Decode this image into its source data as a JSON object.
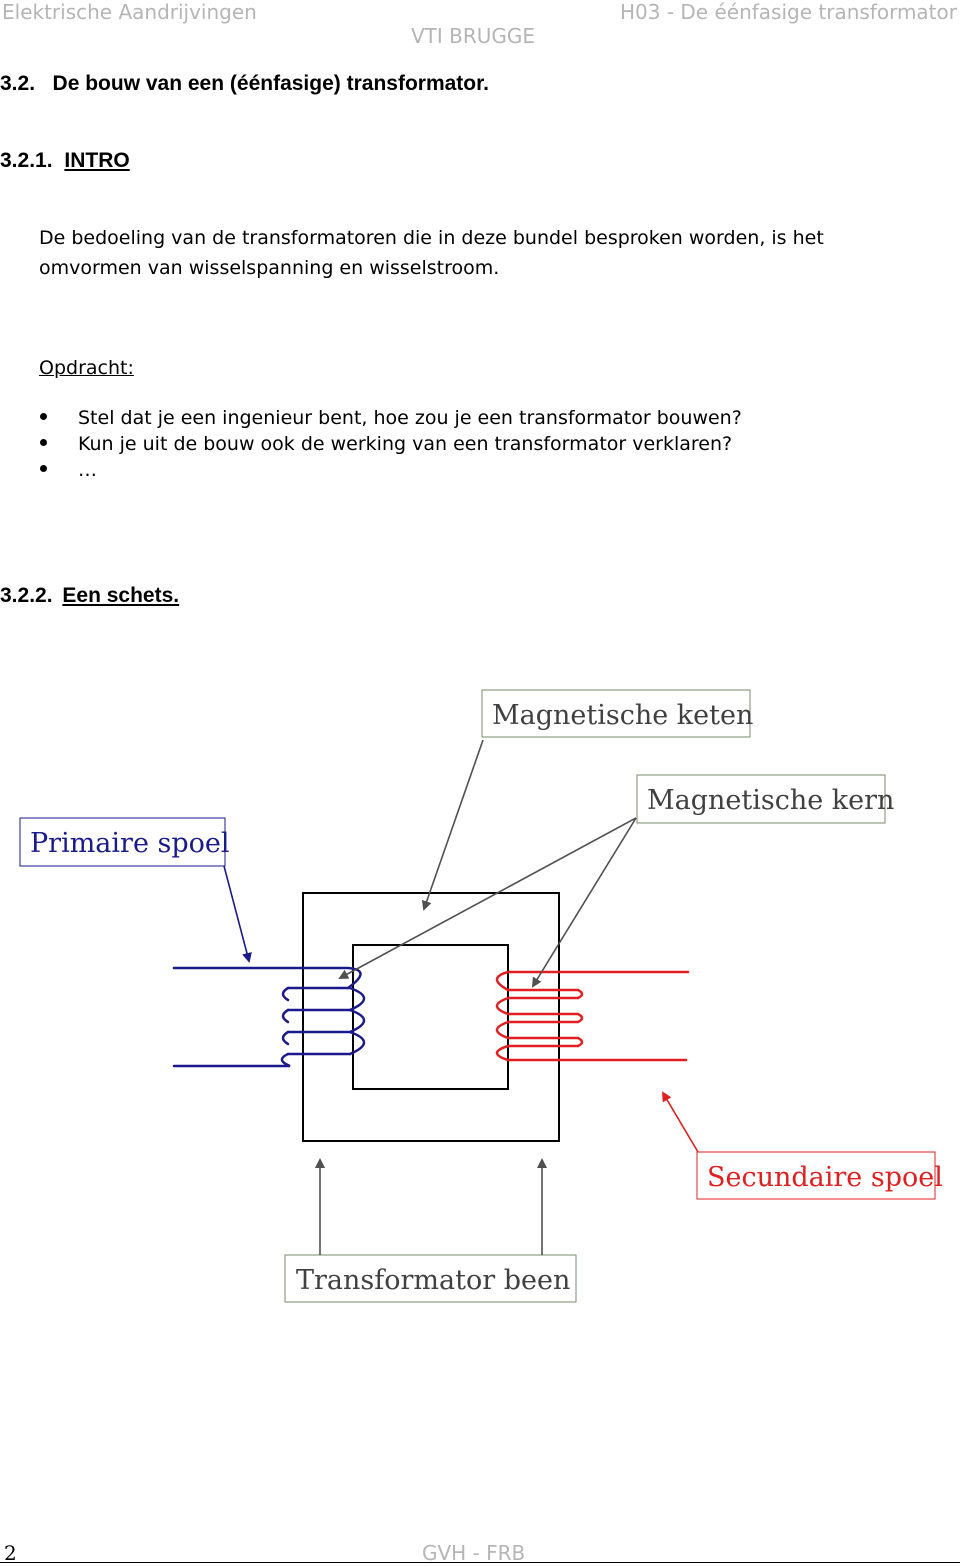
{
  "header": {
    "left": "Elektrische Aandrijvingen",
    "right": "H03 - De éénfasige transformator",
    "center": "VTI BRUGGE"
  },
  "section_title": "3.2.   De bouw van een (éénfasige) transformator.",
  "intro": {
    "number": "3.2.1.",
    "title": "INTRO",
    "paragraph_line1": "De bedoeling van de transformatoren die in deze bundel besproken worden, is het",
    "paragraph_line2": "omvormen van wisselspanning en wisselstroom."
  },
  "task": {
    "label": "Opdracht:",
    "bullets": [
      "Stel dat je een ingenieur bent, hoe zou je een transformator bouwen?",
      "Kun je uit de bouw ook de werking van een transformator verklaren?",
      "…"
    ]
  },
  "sketch": {
    "number": "3.2.2.",
    "title": "Een schets."
  },
  "diagram": {
    "labels": {
      "magnetische_keten": "Magnetische keten",
      "magnetische_kern": "Magnetische kern",
      "primaire_spoel": "Primaire spoel",
      "secundaire_spoel": "Secundaire spoel",
      "transformator_been": "Transformator been"
    },
    "colors": {
      "primary_coil": "#1a1a8c",
      "secondary_coil": "#e02020",
      "secondary_label": "#e02020",
      "primary_label": "#1a1a8c",
      "label_border_default": "#7a8a6a",
      "label_border_primary": "#1a1a8c",
      "label_border_secondary": "#e02020",
      "arrow_gray": "#505050",
      "arrow_blue": "#1a1a8c",
      "arrow_red": "#e02020"
    }
  },
  "footer": {
    "page_number": "2",
    "center": "GVH - FRB"
  }
}
